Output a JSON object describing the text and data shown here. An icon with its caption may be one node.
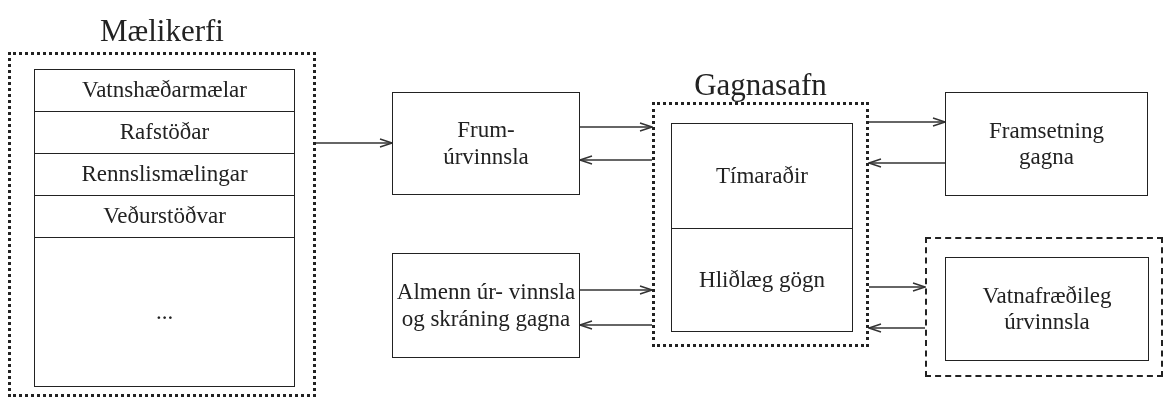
{
  "diagram": {
    "nodes": [
      {
        "text": [
          "Mælikerfi"
        ]
      },
      {
        "text": [
          "Vatnshæðarmælar"
        ],
        "in": 0
      },
      {
        "text": [
          "Rafstöðar"
        ],
        "in": 0
      },
      {
        "text": [
          "Rennslismælingar"
        ],
        "in": 0
      },
      {
        "text": [
          "Veðurstöðvar"
        ],
        "in": 0
      },
      {
        "text": [
          "..."
        ],
        "in": 0
      },
      {
        "text": [
          "Frum- úrvinnsla"
        ]
      },
      {
        "text": [
          "Gagnasafn"
        ]
      },
      {
        "text": [
          "Tímaraðir"
        ],
        "in": 7
      },
      {
        "text": [
          "Hliðlæg gögn"
        ],
        "in": 7
      },
      {
        "text": [
          "Framsetning gagna"
        ]
      },
      {
        "text": [
          "Almenn úr- vinnsla og skráning gagna"
        ]
      },
      {
        "text": [],
        "shape": "box"
      },
      {
        "text": [
          "Vatnafræðileg úrvinnsla"
        ],
        "in": 12
      }
    ],
    "edges": [
      {
        "from": 0,
        "to": 6,
        "arrow": "to"
      },
      {
        "from": 6,
        "to": 7,
        "arrow": "to"
      },
      {
        "from": 7,
        "to": 6,
        "arrow": "to"
      },
      {
        "from": 7,
        "to": 10,
        "arrow": "to"
      },
      {
        "from": 10,
        "to": 7,
        "arrow": "to"
      },
      {
        "from": 11,
        "to": 7,
        "arrow": "to"
      },
      {
        "from": 7,
        "to": 11,
        "arrow": "to"
      },
      {
        "from": 7,
        "to": 12,
        "arrow": "to"
      },
      {
        "from": 12,
        "to": 7,
        "arrow": "to"
      }
    ]
  }
}
